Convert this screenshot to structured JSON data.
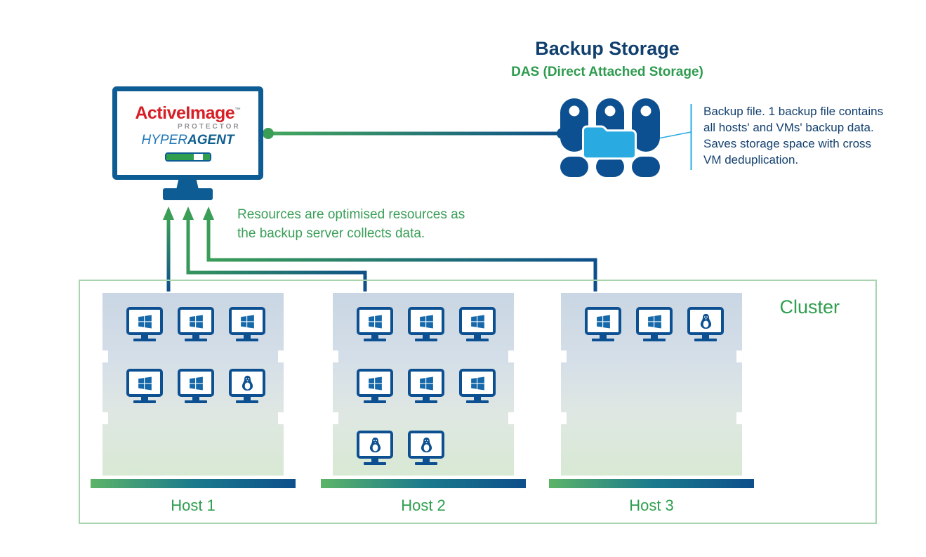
{
  "title": {
    "main": "Backup Storage",
    "sub": "DAS (Direct Attached Storage)"
  },
  "server": {
    "logo_active": "Active",
    "logo_image": "Image",
    "logo_tm": "™",
    "logo_sub": "PROTECTOR",
    "agent_hyper": "HYPER",
    "agent_agent": "AGENT"
  },
  "storage_note": {
    "lines": [
      "Backup file. 1 backup file contains",
      "all hosts' and VMs' backup data.",
      "Saves storage space with cross",
      "VM deduplication."
    ]
  },
  "resources_note": {
    "lines": [
      "Resources are optimised resources as",
      "the backup server collects data."
    ]
  },
  "cluster": {
    "label": "Cluster",
    "hosts": [
      {
        "label": "Host 1",
        "rows": [
          [
            "windows",
            "windows",
            "windows"
          ],
          [
            "windows",
            "windows",
            "linux"
          ]
        ]
      },
      {
        "label": "Host 2",
        "rows": [
          [
            "windows",
            "windows",
            "windows"
          ],
          [
            "windows",
            "windows",
            "windows"
          ],
          [
            "linux",
            "linux"
          ]
        ]
      },
      {
        "label": "Host 3",
        "rows": [
          [
            "windows",
            "windows",
            "linux"
          ]
        ]
      }
    ]
  },
  "icons": {
    "windows": "windows-logo-icon",
    "linux": "tux-penguin-icon"
  },
  "colors": {
    "navy": "#0d4f8b",
    "navy_text": "#123f6e",
    "green": "#2f9e4f",
    "green_note": "#3a9e57",
    "light_blue": "#29abe2",
    "logo_red": "#d71f26",
    "cluster_border": "#a9d4ad"
  }
}
